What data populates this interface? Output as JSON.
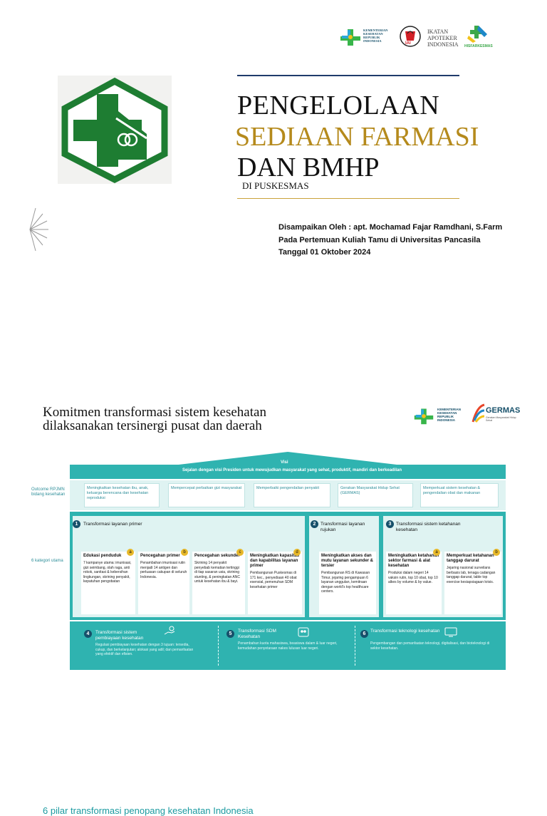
{
  "slide1": {
    "title_line1": "PENGELOLAAN",
    "title_line2": "SEDIAAN FARMASI",
    "title_line3": "DAN BMHP",
    "title_line4": "DI PUSKESMAS",
    "presenter": "Disampaikan Oleh : apt. Mochamad Fajar Ramdhani, S.Farm",
    "event": "Pada Pertemuan Kuliah Tamu di Universitas Pancasila",
    "date": "Tanggal 01 Oktober 2024",
    "logos": {
      "kemenkes": "KEMENTERIAN KESEHATAN REPUBLIK INDONESIA",
      "iai_line1": "IKATAN",
      "iai_line2": "APOTEKER",
      "iai_line3": "INDONESIA",
      "iai_badge": "IAI",
      "hisfarkesmas": "HISFARKESMAS"
    },
    "colors": {
      "gold": "#b58a1c",
      "puskesmas_green": "#1e7d32",
      "navy_line": "#1f3a6b"
    }
  },
  "slide2": {
    "title_line1": "Komitmen transformasi sistem kesehatan",
    "title_line2": "dilaksanakan  tersinergi pusat dan daerah",
    "subtitle": "6 pilar transformasi penopang kesehatan Indonesia",
    "logos": {
      "kemenkes": "KEMENTERIAN KESEHATAN REPUBLIK INDONESIA",
      "germas": "GERMAS",
      "germas_sub": "Gerakan Masyarakat Hidup Sehat"
    },
    "visi_label": "Visi",
    "visi_text": "Sejalan dengan visi Presiden untuk mewujudkan masyarakat yang sehat,  produktif, mandiri dan berkeadilan",
    "outcome_label": "Outcome RPJMN bidang kesehatan",
    "outcomes": [
      "Meningkatkan kesehatan  ibu, anak, keluarga  berencana dan  kesehatan reproduksi",
      "Mempercepat perbaikan gizi masyarakat",
      "Memperbaiki pengendalian penyakit",
      "Gerakan Masyarakat Hidup Sehat (GERMAS)",
      "Memperkuat sistem kesehatan &  pengendalian obat dan  makanan"
    ],
    "kategori_label": "6 kategori utama",
    "pillars": [
      {
        "num": "1",
        "label": "Transformasi layanan primer"
      },
      {
        "num": "2",
        "label": "Transformasi layanan rujukan"
      },
      {
        "num": "3",
        "label": "Transformasi sistem ketahanan kesehatan"
      }
    ],
    "cards": [
      {
        "badge": "a",
        "title": "Edukasi penduduk",
        "body": "7 kampanye utama: imunisasi, gizi seimbang, olah raga, anti rokok, sanitasi & kebersihan lingkungan, skrining penyakit, kepatuhan pengobatan"
      },
      {
        "badge": "b",
        "title": "Pencegahan primer",
        "body": "Penambahan imunisasi rutin menjadi 14 antigen dan perluasan cakupan di seluruh Indonesia."
      },
      {
        "badge": "c",
        "title": "Pencegahan sekunder",
        "body": "Skrining 14 penyakit penyebab kematian tertinggi di tiap sasaran usia, skrining stunting, & peningkatan ANC untuk kesehatan ibu & bayi."
      },
      {
        "badge": "d",
        "title": "Meningkatkan kapasitas dan kapabilitas layanan primer",
        "body": "Pembangunan Puskesmas di 171 kec., penyediaan 40 obat esensial, pemenuhan SDM kesehatan primer"
      },
      {
        "badge": "",
        "title": "Meningkatkan  akses dan  mutu layanan sekunder & tersier",
        "body": "Pembangunan RS di Kawasan Timur, jejaring pengampuan 6 layanan unggulan, kemitraan dengan world's top healthcare centers."
      },
      {
        "badge": "a",
        "title": "Meningkatkan ketahanan sektor farmasi & alat kesehatan",
        "body": "Produksi dalam negeri 14 vaksin rutin, top 10 obat, top 10 alkes by volume & by value."
      },
      {
        "badge": "b",
        "title": "Memperkuat ketahanan tanggap darurat",
        "body": "Jejaring nasional surveilans berbasis lab, tenaga cadangan tanggap darurat, table top exercise kesiapsiagaan krisis."
      }
    ],
    "bottom": [
      {
        "num": "4",
        "title": "Transformasi sistem pembiayaan kesehatan",
        "body": "Regulasi pembiayaan kesehatan dengan 3 tujuan: tersedia, cukup, dan berkelanjutan; alokasi yang adil; dan pemanfaatan yang efektif dan efisien."
      },
      {
        "num": "5",
        "title": "Transformasi SDM Kesehatan",
        "body": "Penambahan kuota mahasiswa, beasiswa dalam & luar negeri, kemudahan penyetaraan nakes lulusan luar negeri."
      },
      {
        "num": "6",
        "title": "Transformasi teknologi kesehatan",
        "body": "Pengembangan dan pemanfaatan teknologi, digitalisasi, dan bioteknologi di sektor kesehatan."
      }
    ],
    "colors": {
      "teal": "#2fb3b0",
      "pale_teal": "#dff3f2",
      "navy_circle": "#16506a",
      "badge_gold": "#e8b92a"
    }
  }
}
